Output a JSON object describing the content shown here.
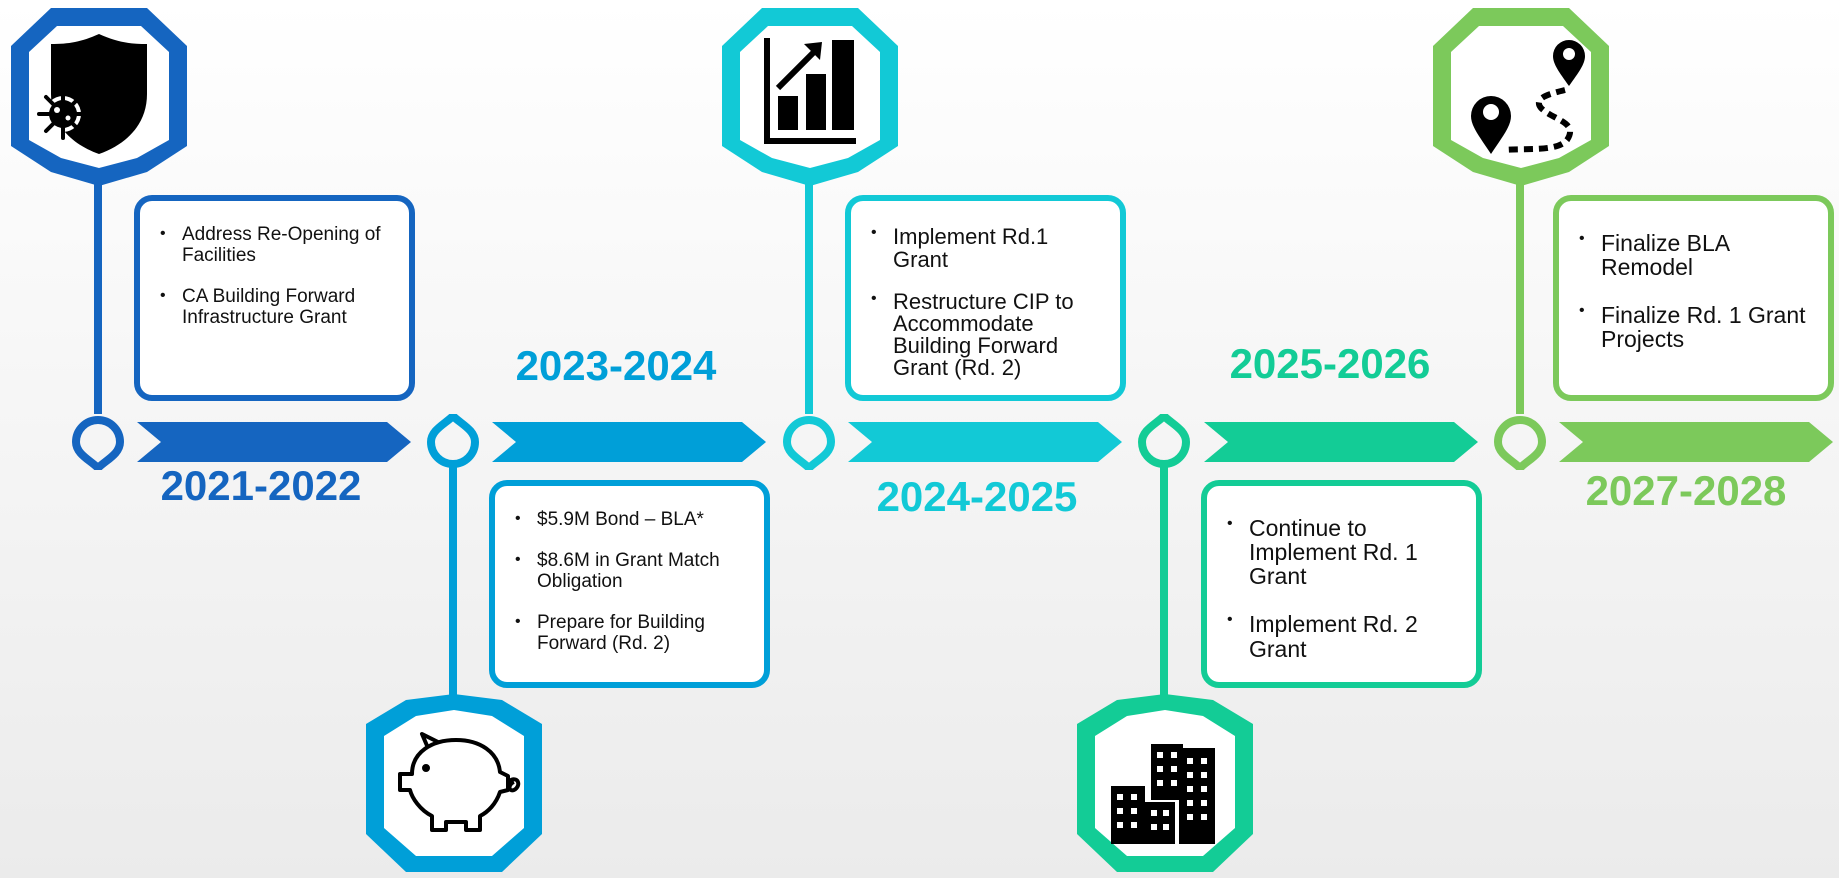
{
  "colors": {
    "p1": "#1565c0",
    "p2": "#009fd8",
    "p3": "#12c9d6",
    "p4": "#13cc96",
    "p5": "#7cc95b"
  },
  "phases": [
    {
      "year": "2021-2022",
      "icon": "virus-shield-icon",
      "bullets": [
        "Address Re-Opening of Facilities",
        "CA Building Forward Infrastructure Grant"
      ]
    },
    {
      "year": "2023-2024",
      "icon": "piggy-bank-icon",
      "bullets": [
        "$5.9M Bond – BLA*",
        "$8.6M in Grant Match Obligation",
        "Prepare for Building Forward (Rd. 2)"
      ]
    },
    {
      "year": "2024-2025",
      "icon": "growth-chart-icon",
      "bullets": [
        "Implement Rd.1 Grant",
        "Restructure CIP to Accommodate Building Forward Grant (Rd. 2)"
      ]
    },
    {
      "year": "2025-2026",
      "icon": "city-buildings-icon",
      "bullets": [
        "Continue to Implement Rd. 1 Grant",
        "Implement Rd. 2 Grant"
      ]
    },
    {
      "year": "2027-2028",
      "icon": "route-map-pins-icon",
      "bullets": [
        "Finalize BLA Remodel",
        "Finalize Rd. 1 Grant Projects"
      ]
    }
  ]
}
